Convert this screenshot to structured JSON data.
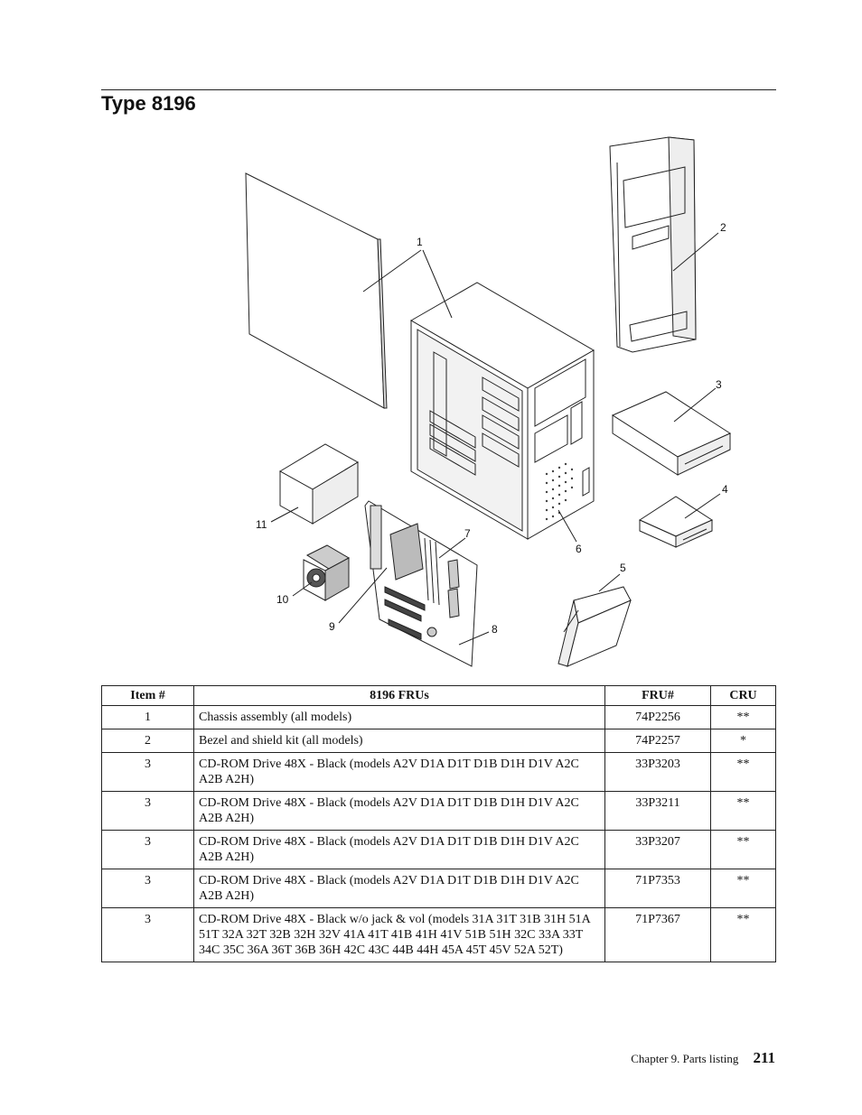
{
  "page": {
    "title": "Type 8196",
    "footer_chapter": "Chapter 9. Parts listing",
    "page_number": "211"
  },
  "diagram": {
    "callouts": [
      "1",
      "2",
      "3",
      "4",
      "5",
      "6",
      "7",
      "8",
      "9",
      "10",
      "11"
    ]
  },
  "table": {
    "headers": [
      "Item #",
      "8196 FRUs",
      "FRU#",
      "CRU"
    ],
    "rows": [
      {
        "item": "1",
        "desc": "Chassis assembly (all models)",
        "fru": "74P2256",
        "cru": "**"
      },
      {
        "item": "2",
        "desc": "Bezel and shield kit (all models)",
        "fru": "74P2257",
        "cru": "*"
      },
      {
        "item": "3",
        "desc": "CD-ROM Drive 48X - Black (models A2V D1A D1T D1B D1H D1V A2C A2B A2H)",
        "fru": "33P3203",
        "cru": "**"
      },
      {
        "item": "3",
        "desc": "CD-ROM Drive 48X - Black (models A2V D1A D1T D1B D1H D1V A2C A2B A2H)",
        "fru": "33P3211",
        "cru": "**"
      },
      {
        "item": "3",
        "desc": "CD-ROM Drive 48X - Black (models A2V D1A D1T D1B D1H D1V A2C A2B A2H)",
        "fru": "33P3207",
        "cru": "**"
      },
      {
        "item": "3",
        "desc": "CD-ROM Drive 48X - Black (models A2V D1A D1T D1B D1H D1V A2C A2B A2H)",
        "fru": "71P7353",
        "cru": "**"
      },
      {
        "item": "3",
        "desc": "CD-ROM Drive 48X - Black w/o jack & vol (models 31A 31T 31B 31H 51A 51T 32A 32T 32B 32H 32V 41A 41T 41B 41H 41V 51B 51H 32C 33A 33T 34C 35C 36A 36T 36B 36H 42C 43C 44B 44H 45A 45T 45V 52A 52T)",
        "fru": "71P7367",
        "cru": "**"
      }
    ]
  }
}
